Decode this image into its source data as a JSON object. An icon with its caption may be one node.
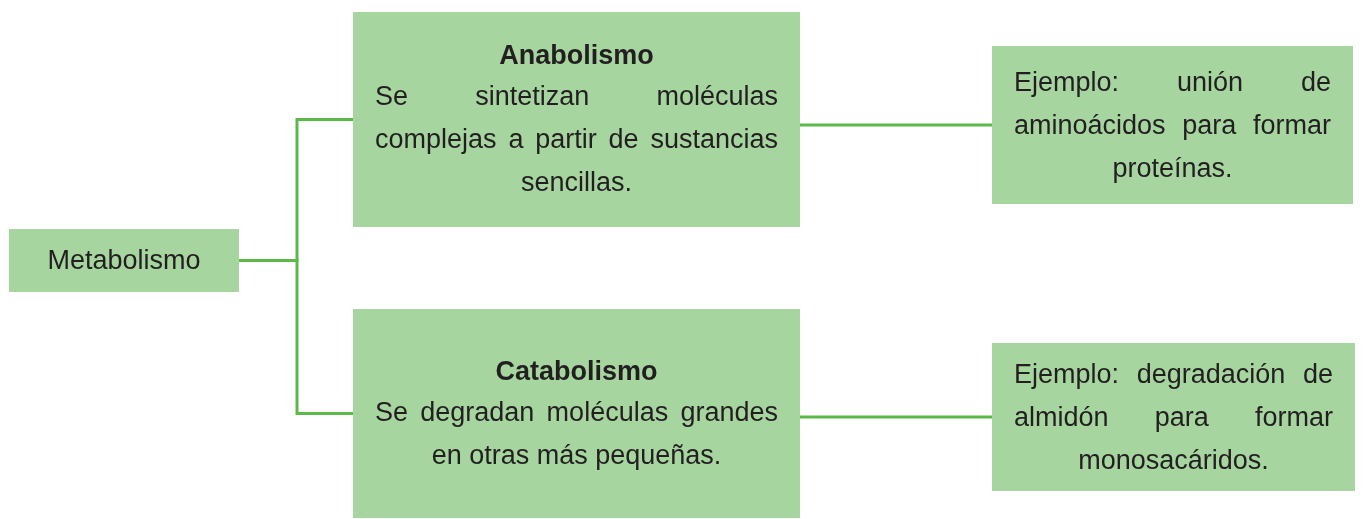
{
  "diagram": {
    "nodes": [
      {
        "text": [
          "Metabolismo"
        ]
      },
      {
        "text": [
          "Anabolismo",
          "Se sintetizan moléculas complejas a partir de sustancias sencillas."
        ]
      },
      {
        "text": [
          "Catabolismo",
          "Se degradan moléculas grandes en otras más pequeñas."
        ]
      },
      {
        "text": [
          "Ejemplo: unión de aminoácidos para formar proteínas."
        ]
      },
      {
        "text": [
          "Ejemplo: degradación de almidón para formar monosacáridos."
        ]
      }
    ],
    "edges": [
      {
        "from": 0,
        "to": 1,
        "arrow": "none"
      },
      {
        "from": 0,
        "to": 2,
        "arrow": "none"
      },
      {
        "from": 1,
        "to": 3,
        "arrow": "none"
      },
      {
        "from": 2,
        "to": 4,
        "arrow": "none"
      }
    ]
  }
}
